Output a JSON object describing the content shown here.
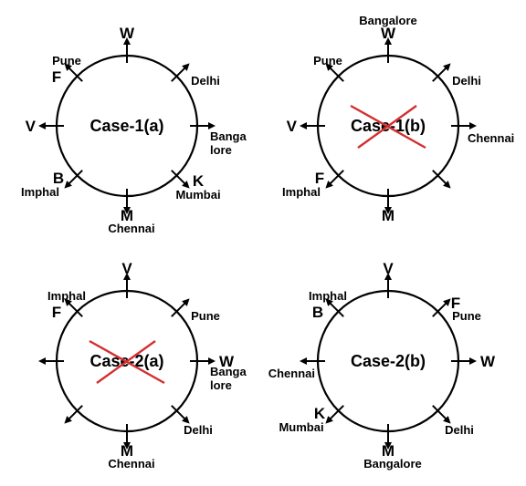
{
  "diagrams": [
    {
      "case": "Case-1(a)",
      "crossed": false,
      "labels": [
        {
          "pos": "N",
          "person": "W",
          "city": ""
        },
        {
          "pos": "NE",
          "person": "",
          "city": "Delhi"
        },
        {
          "pos": "E",
          "person": "",
          "city": "Banga\nlore"
        },
        {
          "pos": "SE",
          "person": "K",
          "city": "Mumbai"
        },
        {
          "pos": "S",
          "person": "M",
          "city": "Chennai"
        },
        {
          "pos": "SW",
          "person": "B",
          "city": "Imphal"
        },
        {
          "pos": "W",
          "person": "V",
          "city": ""
        },
        {
          "pos": "NW",
          "person": "F",
          "city": "Pune"
        }
      ]
    },
    {
      "case": "Case-1(b)",
      "crossed": true,
      "labels": [
        {
          "pos": "N",
          "person": "W",
          "city": "Bangalore"
        },
        {
          "pos": "NE",
          "person": "",
          "city": "Delhi"
        },
        {
          "pos": "E",
          "person": "",
          "city": "Chennai"
        },
        {
          "pos": "SE",
          "person": "",
          "city": ""
        },
        {
          "pos": "S",
          "person": "M",
          "city": ""
        },
        {
          "pos": "SW",
          "person": "F",
          "city": "Imphal"
        },
        {
          "pos": "W",
          "person": "V",
          "city": ""
        },
        {
          "pos": "NW",
          "person": "",
          "city": "Pune"
        }
      ]
    },
    {
      "case": "Case-2(a)",
      "crossed": true,
      "labels": [
        {
          "pos": "N",
          "person": "V",
          "city": ""
        },
        {
          "pos": "NE",
          "person": "",
          "city": "Pune"
        },
        {
          "pos": "E",
          "person": "W",
          "city": "Banga\nlore"
        },
        {
          "pos": "SE",
          "person": "",
          "city": "Delhi"
        },
        {
          "pos": "S",
          "person": "M",
          "city": "Chennai"
        },
        {
          "pos": "SW",
          "person": "",
          "city": ""
        },
        {
          "pos": "W",
          "person": "",
          "city": ""
        },
        {
          "pos": "NW",
          "person": "F",
          "city": "Imphal"
        }
      ]
    },
    {
      "case": "Case-2(b)",
      "crossed": false,
      "labels": [
        {
          "pos": "N",
          "person": "V",
          "city": ""
        },
        {
          "pos": "NE",
          "person": "F",
          "city": "Pune"
        },
        {
          "pos": "E",
          "person": "W",
          "city": ""
        },
        {
          "pos": "SE",
          "person": "",
          "city": "Delhi"
        },
        {
          "pos": "S",
          "person": "M",
          "city": "Bangalore"
        },
        {
          "pos": "SW",
          "person": "K",
          "city": "Mumbai"
        },
        {
          "pos": "W",
          "person": "",
          "city": "Chennai"
        },
        {
          "pos": "NW",
          "person": "B",
          "city": "Imphal"
        }
      ]
    }
  ]
}
